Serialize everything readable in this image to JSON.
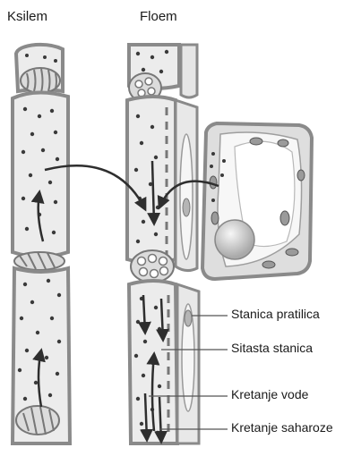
{
  "titles": {
    "xylem": "Ksilem",
    "phloem": "Floem"
  },
  "labels": {
    "companion_cell": "Stanica pratilica",
    "sieve_cell": "Sitasta stanica",
    "water_movement": "Kretanje vode",
    "sucrose_movement": "Kretanje saharoze"
  },
  "colors": {
    "cell_wall": "#8a8a8a",
    "cell_fill": "#ececec",
    "dot": "#3a3a3a",
    "arrow": "#2e2e2e"
  }
}
